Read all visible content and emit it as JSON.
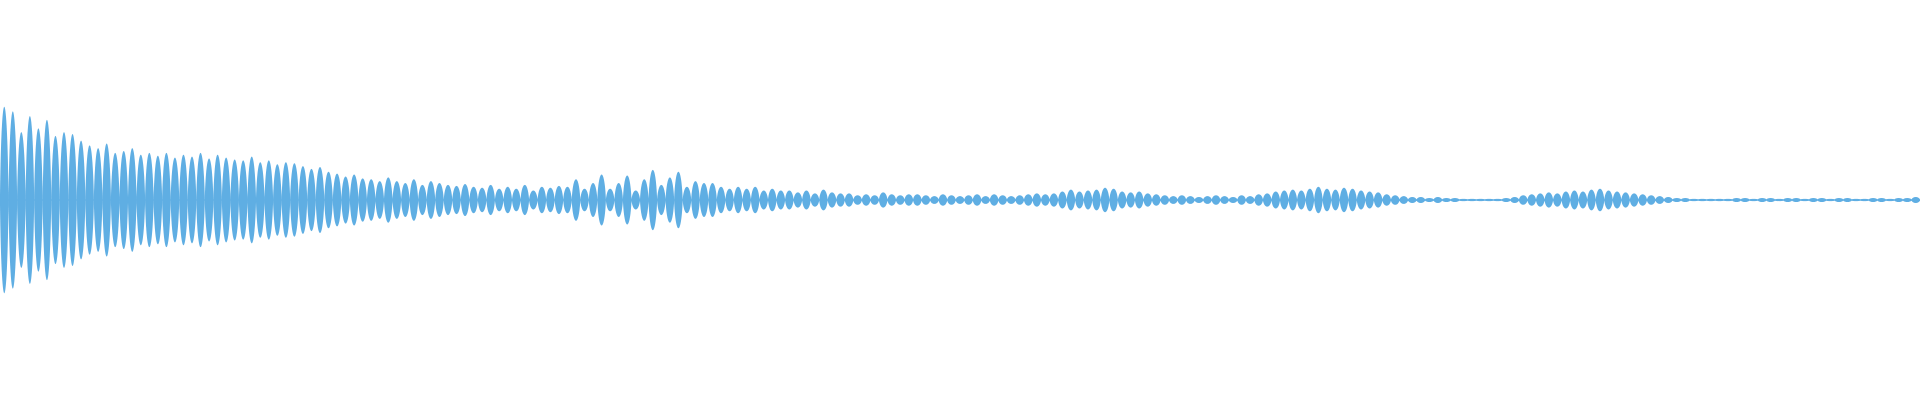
{
  "waveform": {
    "color": "#5faee3",
    "background": "#ffffff",
    "centerline": 0.5,
    "cycles": [
      0.99,
      0.94,
      0.72,
      0.89,
      0.76,
      0.85,
      0.68,
      0.72,
      0.7,
      0.63,
      0.58,
      0.55,
      0.6,
      0.5,
      0.52,
      0.55,
      0.48,
      0.5,
      0.47,
      0.5,
      0.45,
      0.48,
      0.46,
      0.5,
      0.44,
      0.48,
      0.45,
      0.43,
      0.42,
      0.46,
      0.4,
      0.42,
      0.38,
      0.4,
      0.39,
      0.36,
      0.33,
      0.35,
      0.3,
      0.28,
      0.25,
      0.27,
      0.23,
      0.22,
      0.2,
      0.24,
      0.2,
      0.18,
      0.22,
      0.16,
      0.2,
      0.18,
      0.16,
      0.15,
      0.17,
      0.14,
      0.13,
      0.16,
      0.12,
      0.14,
      0.12,
      0.16,
      0.1,
      0.14,
      0.13,
      0.15,
      0.14,
      0.22,
      0.12,
      0.18,
      0.27,
      0.12,
      0.18,
      0.26,
      0.1,
      0.22,
      0.32,
      0.16,
      0.24,
      0.3,
      0.14,
      0.2,
      0.18,
      0.18,
      0.14,
      0.12,
      0.14,
      0.12,
      0.14,
      0.1,
      0.12,
      0.1,
      0.1,
      0.08,
      0.1,
      0.07,
      0.11,
      0.08,
      0.07,
      0.07,
      0.05,
      0.06,
      0.05,
      0.08,
      0.06,
      0.05,
      0.06,
      0.06,
      0.05,
      0.04,
      0.06,
      0.05,
      0.04,
      0.05,
      0.06,
      0.04,
      0.06,
      0.05,
      0.04,
      0.05,
      0.06,
      0.07,
      0.06,
      0.07,
      0.09,
      0.11,
      0.09,
      0.1,
      0.11,
      0.13,
      0.12,
      0.09,
      0.08,
      0.09,
      0.07,
      0.06,
      0.05,
      0.04,
      0.05,
      0.04,
      0.03,
      0.04,
      0.05,
      0.04,
      0.03,
      0.05,
      0.04,
      0.06,
      0.07,
      0.09,
      0.1,
      0.11,
      0.1,
      0.12,
      0.14,
      0.12,
      0.11,
      0.13,
      0.12,
      0.1,
      0.09,
      0.08,
      0.06,
      0.05,
      0.04,
      0.03,
      0.03,
      0.02,
      0.03,
      0.02,
      0.02,
      0.01,
      0.01,
      0.01,
      0.01,
      0.01,
      0.02,
      0.03,
      0.05,
      0.06,
      0.07,
      0.08,
      0.07,
      0.09,
      0.1,
      0.09,
      0.11,
      0.12,
      0.1,
      0.09,
      0.08,
      0.07,
      0.06,
      0.05,
      0.04,
      0.03,
      0.02,
      0.02,
      0.01,
      0.01,
      0.01,
      0.01,
      0.01,
      0.02,
      0.02,
      0.01,
      0.02,
      0.02,
      0.01,
      0.02,
      0.02,
      0.01,
      0.02,
      0.02,
      0.01,
      0.02,
      0.02,
      0.01,
      0.01,
      0.02,
      0.02,
      0.01,
      0.02,
      0.02,
      0.03
    ]
  }
}
